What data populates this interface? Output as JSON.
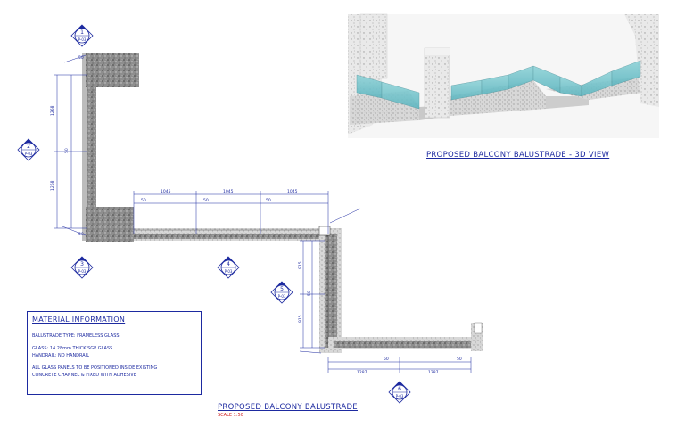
{
  "titles": {
    "view3d": "PROPOSED BALCONY BALUSTRADE - 3D VIEW",
    "plan": "PROPOSED BALCONY BALUSTRADE",
    "scale": "SCALE 1:50"
  },
  "material": {
    "heading": "MATERIAL INFORMATION",
    "type": "BALUSTRADE TYPE: FRAMELESS GLASS",
    "glass": "GLASS: 14.28mm THICK SGP GLASS",
    "handrail": "HANDRAIL: NO HANDRAIL",
    "note1": "ALL GLASS PANELS TO BE POSITIONED INSIDE EXISTING",
    "note2": "CONCRETE CHANNEL & FIXED WITH ADHESIVE"
  },
  "markers": [
    {
      "num": "1",
      "ref": "P-03"
    },
    {
      "num": "2",
      "ref": "P-03"
    },
    {
      "num": "3",
      "ref": "P-03"
    },
    {
      "num": "4",
      "ref": "P-03"
    },
    {
      "num": "5",
      "ref": "P-03"
    },
    {
      "num": "6",
      "ref": "P-03"
    }
  ],
  "dims": {
    "top1": "1045",
    "top2": "1045",
    "top3": "1045",
    "left_top": "1268",
    "left_bot": "1268",
    "mid_a": "915",
    "mid_b": "915",
    "bot1": "1287",
    "bot2": "1287",
    "g50": "50",
    "g51": "50"
  }
}
